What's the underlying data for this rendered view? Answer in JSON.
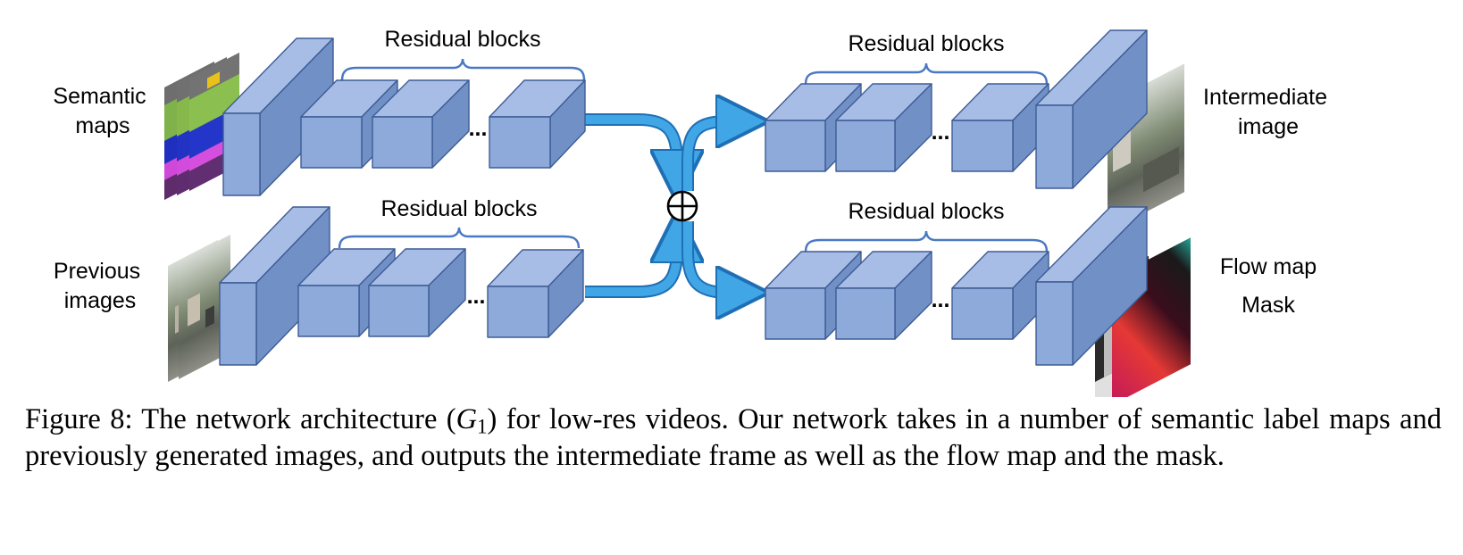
{
  "figure": {
    "labels": {
      "semantic_maps": [
        "Semantic",
        "maps"
      ],
      "previous_images": [
        "Previous",
        "images"
      ],
      "intermediate_image": [
        "Intermediate",
        "image"
      ],
      "flow_map": "Flow map",
      "mask": "Mask"
    },
    "residual_blocks_label": "Residual blocks",
    "ellipsis": "...",
    "colors": {
      "block_front": "#8eaadb",
      "block_top": "#a7bde6",
      "block_side": "#7190c5",
      "block_edge": "#3d5c95",
      "arrow": "#41a6e6",
      "arrow_edge": "#1f6fb5",
      "brace": "#4a79c3"
    },
    "operator_icon": "circle-plus-icon"
  },
  "caption": {
    "prefix": "Figure 8: The network architecture (",
    "math_var": "G",
    "math_sub": "1",
    "suffix": ") for low-res videos. Our network takes in a number of semantic label maps and previously generated images, and outputs the intermediate frame as well as the flow map and the mask."
  }
}
